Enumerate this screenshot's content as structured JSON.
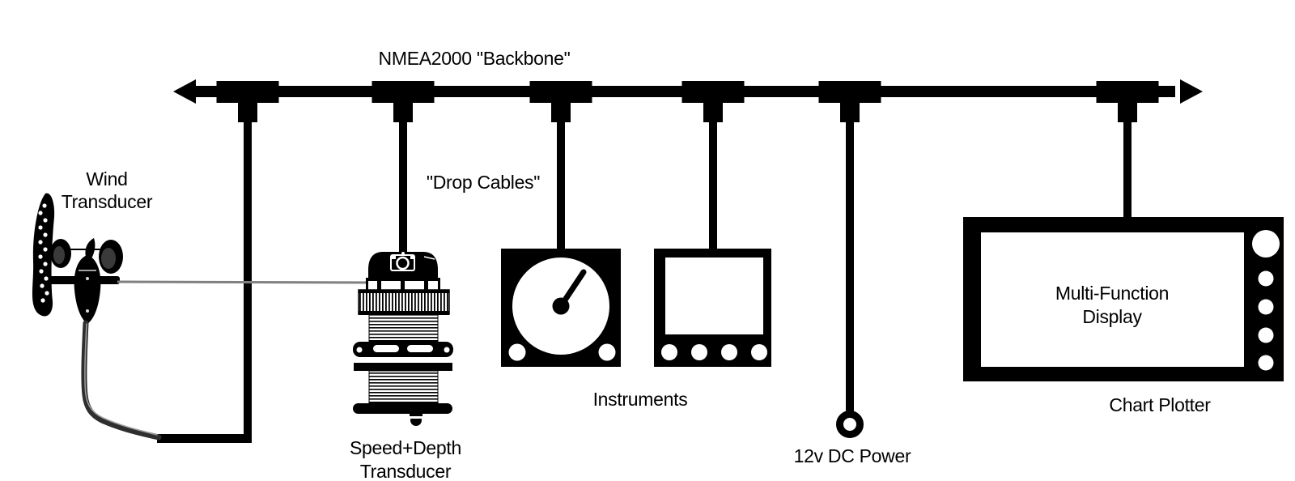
{
  "colors": {
    "ink": "#000000",
    "background": "#ffffff",
    "tube_gray": "#2e2e2e",
    "needle_gray": "#808080"
  },
  "backbone": {
    "label": "NMEA2000 \"Backbone\""
  },
  "drop_cables": {
    "label": "\"Drop Cables\""
  },
  "wind_transducer": {
    "label_line1": "Wind",
    "label_line2": "Transducer"
  },
  "speed_depth_transducer": {
    "label_line1": "Speed+Depth",
    "label_line2": "Transducer"
  },
  "instruments": {
    "label": "Instruments"
  },
  "dc_power": {
    "label": "12v DC Power"
  },
  "mfd": {
    "screen_line1": "Multi-Function",
    "screen_line2": "Display",
    "caption": "Chart Plotter"
  }
}
